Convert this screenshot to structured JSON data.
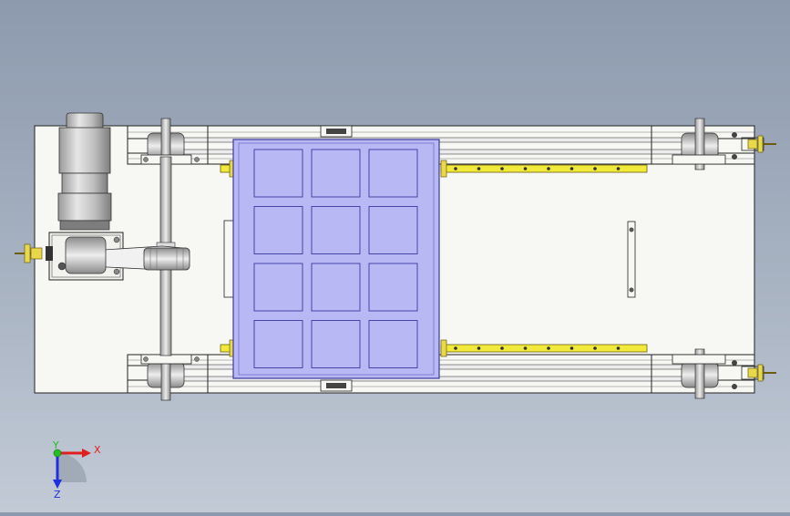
{
  "viewport": {
    "background_top": "#8d9aae",
    "background_bottom": "#c2cad6"
  },
  "model": {
    "colors": {
      "frame": "#f7f7f4",
      "outline": "#222222",
      "tray": "#b8b8f4",
      "tray_border": "#3a3aa0",
      "rail": "#f2ea3a",
      "metal": "#c9c9c9",
      "metal_dark": "#8d8d8d",
      "fastener": "#e8d84a"
    },
    "tray_grid": {
      "rows": 4,
      "cols": 3
    }
  },
  "triad": {
    "x_label": "X",
    "y_label": "Y",
    "z_label": "Z",
    "x_color": "#e02020",
    "y_color": "#20c020",
    "z_color": "#2030e0"
  }
}
